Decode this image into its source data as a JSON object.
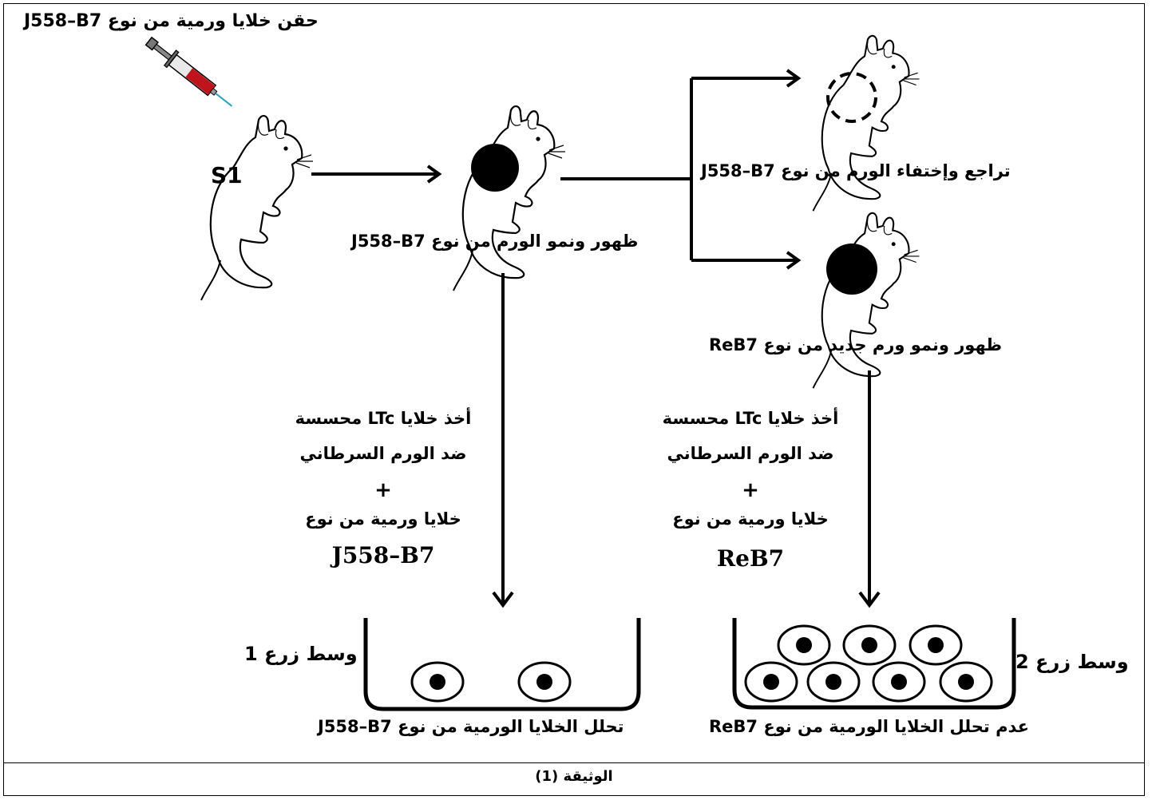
{
  "labels": {
    "injection": "حقن خلايا ورمية من نوع J558–B7",
    "mouse_s1": "S1",
    "tumor_growth_j558": "ظهور ونمو الورم من نوع J558–B7",
    "regression_j558": "تراجع وإختفاء الورم من نوع J558–B7",
    "new_tumor_reb7": "ظهور ونمو ورم جديد من نوع ReB7",
    "left_step_line1": "أخذ خلايا LTc محسسة",
    "left_step_line2": "ضد الورم السرطاني",
    "left_step_plus": "+",
    "left_step_line3": "خلايا ورمية من نوع",
    "left_step_type": "J558–B7",
    "right_step_line1": "أخذ خلايا LTc محسسة",
    "right_step_line2": "ضد الورم السرطاني",
    "right_step_plus": "+",
    "right_step_line3": "خلايا ورمية من نوع",
    "right_step_type": "ReB7",
    "medium1": "وسط زرع 1",
    "medium2": "وسط زرع 2",
    "result1": "تحلل الخلايا الورمية من نوع J558–B7",
    "result2": "عدم تحلل الخلايا الورمية من نوع ReB7",
    "caption": "الوثيقة (1)"
  },
  "icons": {
    "syringe": "syringe-icon",
    "mouse": "mouse-icon"
  },
  "colors": {
    "line": "#000000",
    "syringe_fluid": "#c0141c",
    "tumor": "#000000"
  }
}
